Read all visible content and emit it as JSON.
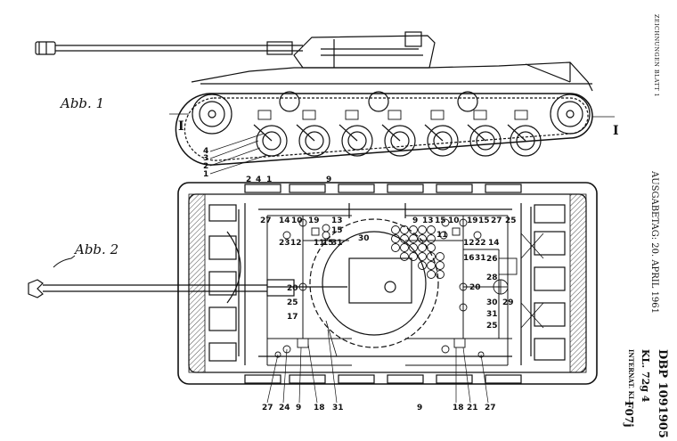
{
  "header": {
    "sheet_label": "ZEICHNUNGEN BLATT 1",
    "issue_date": "AUSGABETAG: 20. APRIL 1961",
    "patent_no": "DBP 1091905",
    "class": "KL. 72g 4",
    "intern_label": "INTERNAT. KL.",
    "intern_code": "F07j"
  },
  "fig1": {
    "title": "Abb. 1",
    "section_left": "I",
    "section_right": "I",
    "labels": [
      "4",
      "3",
      "2",
      "1"
    ]
  },
  "fig2": {
    "title": "Abb. 2",
    "top_labels": [
      "2",
      "4",
      "1",
      "9"
    ],
    "bottom_labels": [
      "27",
      "24",
      "9",
      "18",
      "31",
      "9",
      "18",
      "21",
      "27"
    ],
    "left_labels": [
      "27",
      "14",
      "10",
      "19",
      "13",
      "15",
      "23",
      "12",
      "11",
      "15",
      "31",
      "30",
      "20",
      "25",
      "17"
    ],
    "right_labels": [
      "9",
      "13",
      "15",
      "10",
      "19",
      "15",
      "27",
      "25",
      "11",
      "12",
      "22",
      "14",
      "16",
      "31",
      "26",
      "28",
      "20",
      "29",
      "30",
      "31",
      "25"
    ]
  }
}
